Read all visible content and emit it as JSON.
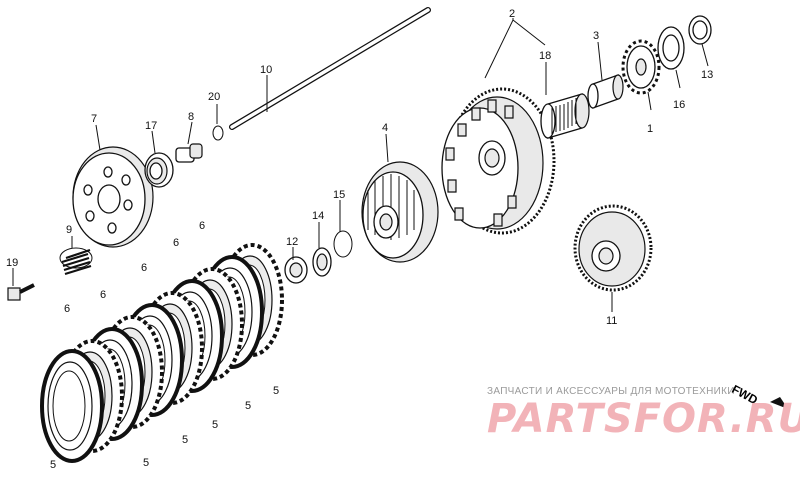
{
  "callouts": {
    "n1": "1",
    "n2": "2",
    "n3": "3",
    "n4": "4",
    "n5": "5",
    "n6": "6",
    "n7": "7",
    "n8": "8",
    "n9": "9",
    "n10": "10",
    "n11": "11",
    "n12": "12",
    "n13": "13",
    "n14": "14",
    "n15": "15",
    "n16": "16",
    "n17": "17",
    "n18": "18",
    "n19": "19",
    "n20": "20"
  },
  "direction_label": "FWD",
  "watermark": {
    "tagline": "ЗАПЧАСТИ И АКСЕССУАРЫ ДЛЯ МОТОТЕХНИКИ",
    "logo": "PARTSFOR.RU",
    "logo_color": "#f2b3b8"
  }
}
